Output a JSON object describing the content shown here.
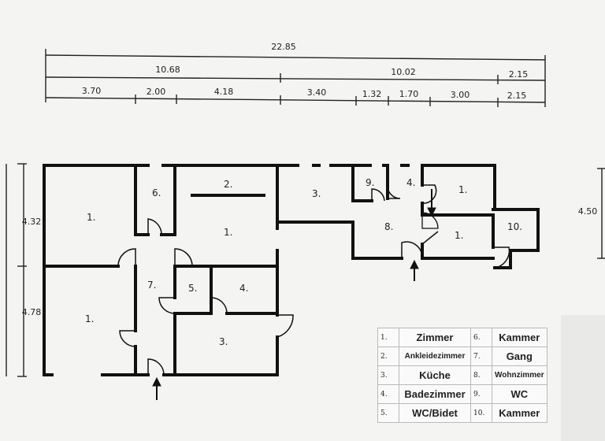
{
  "dimensions": {
    "overall": "22.85",
    "row2": [
      "10.68",
      "10.02",
      "2.15"
    ],
    "row3": [
      "3.70",
      "2.00",
      "4.18",
      "3.40",
      "1.32",
      "1.70",
      "3.00",
      "2.15"
    ],
    "left_upper": "4.32",
    "left_lower": "4.78",
    "right": "4.50"
  },
  "room_labels": {
    "r1_upper_left": "1.",
    "r6": "6.",
    "r2": "2.",
    "r1_upper_mid": "1.",
    "r3_corridor": "3.",
    "r9": "9.",
    "r4_right": "4.",
    "r1_right_upper": "1.",
    "r8": "8.",
    "r1_right_lower": "1.",
    "r10": "10.",
    "r1_lower_left": "1.",
    "r7": "7.",
    "r5": "5.",
    "r4_lower": "4.",
    "r3_lower": "3."
  },
  "legend": [
    {
      "n1": "1.",
      "l1": "Zimmer",
      "n2": "6.",
      "l2": "Kammer"
    },
    {
      "n1": "2.",
      "l1": "Ankleidezimmer",
      "n2": "7.",
      "l2": "Gang"
    },
    {
      "n1": "3.",
      "l1": "Küche",
      "n2": "8.",
      "l2": "Wohnzimmer"
    },
    {
      "n1": "4.",
      "l1": "Badezimmer",
      "n2": "9.",
      "l2": "WC"
    },
    {
      "n1": "5.",
      "l1": "WC/Bidet",
      "n2": "10.",
      "l2": "Kammer"
    }
  ]
}
